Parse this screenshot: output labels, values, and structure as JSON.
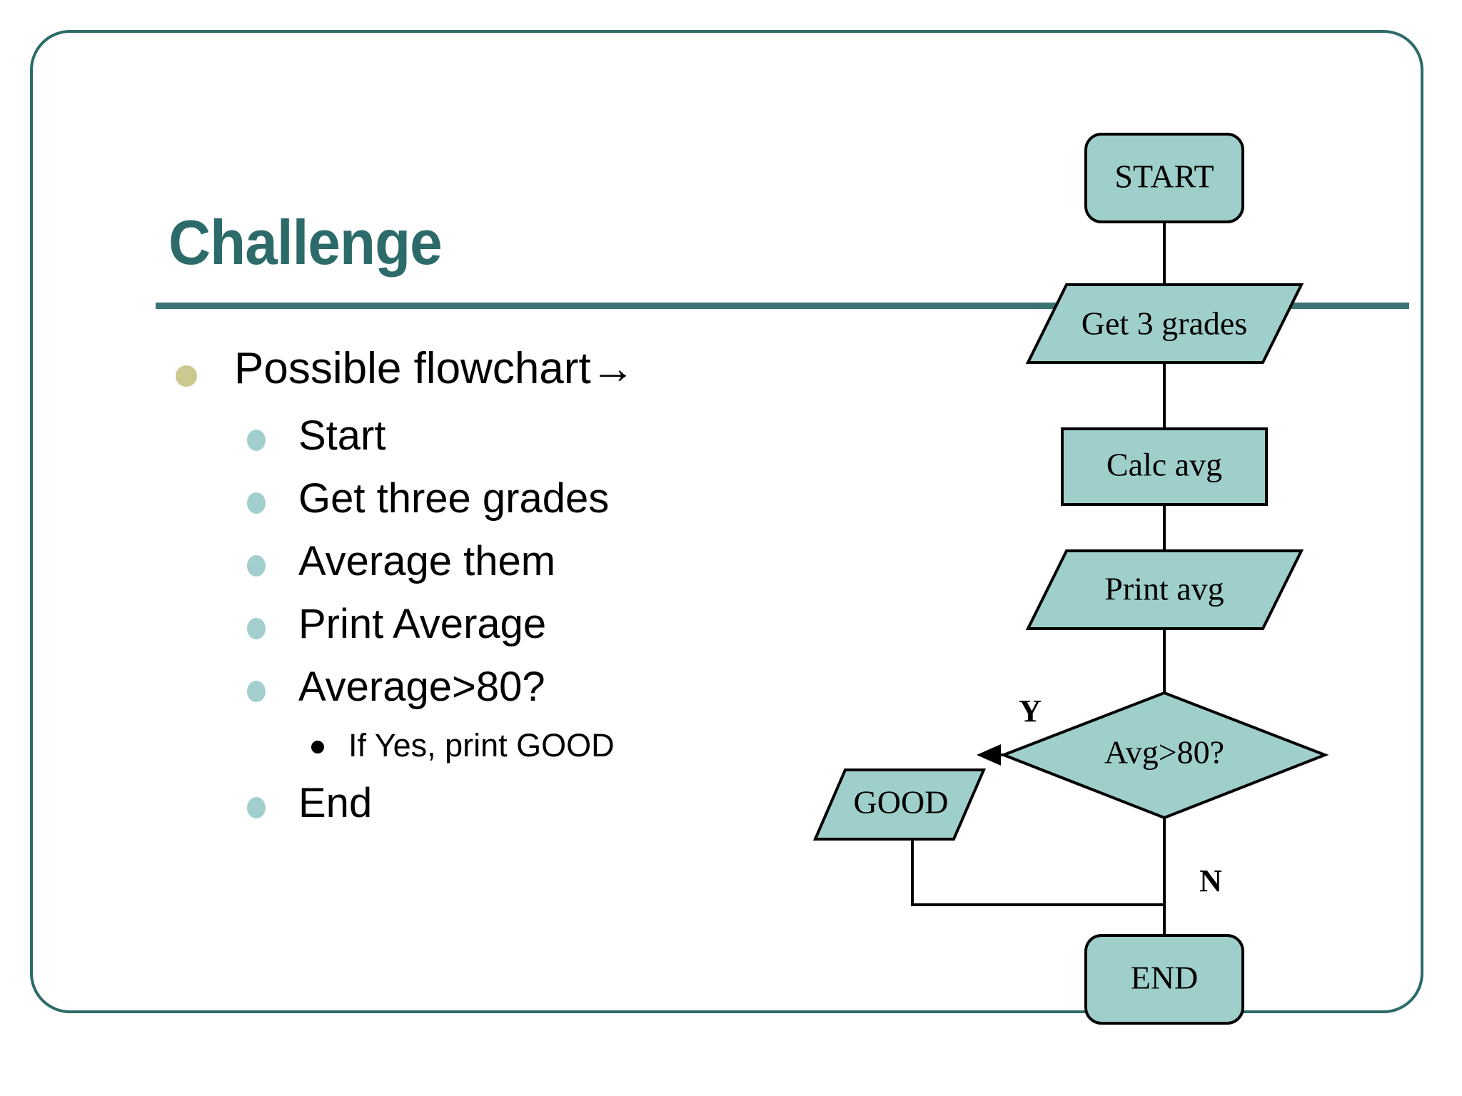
{
  "slide": {
    "title": "Challenge",
    "bullets": [
      {
        "level": 1,
        "text": "Possible flowchart",
        "trailing_arrow": "→"
      },
      {
        "level": 2,
        "text": "Start"
      },
      {
        "level": 2,
        "text": "Get three grades"
      },
      {
        "level": 2,
        "text": "Average them"
      },
      {
        "level": 2,
        "text": "Print Average"
      },
      {
        "level": 2,
        "text": "Average>80?"
      },
      {
        "level": 3,
        "text": "If Yes, print GOOD"
      },
      {
        "level": 2,
        "text": "End"
      }
    ]
  },
  "flowchart": {
    "nodes": {
      "start": {
        "label": "START",
        "shape": "rounded-rectangle"
      },
      "get_grades": {
        "label": "Get 3 grades",
        "shape": "parallelogram"
      },
      "calc_avg": {
        "label": "Calc avg",
        "shape": "rectangle"
      },
      "print_avg": {
        "label": "Print avg",
        "shape": "parallelogram"
      },
      "decision": {
        "label": "Avg>80?",
        "shape": "diamond"
      },
      "good": {
        "label": "GOOD",
        "shape": "parallelogram"
      },
      "end": {
        "label": "END",
        "shape": "rounded-rectangle"
      }
    },
    "edge_labels": {
      "yes": "Y",
      "no": "N"
    }
  },
  "colors": {
    "title": "#2c6b69",
    "rule": "#3a7472",
    "frame": "#2c6b69",
    "shape_fill": "#9ecfcb",
    "shape_stroke": "#000000",
    "bullet_level1": "#cbc890",
    "bullet_level2": "#a2cfcd",
    "bullet_level3": "#000000",
    "body_text": "#000000",
    "background": "#ffffff"
  }
}
